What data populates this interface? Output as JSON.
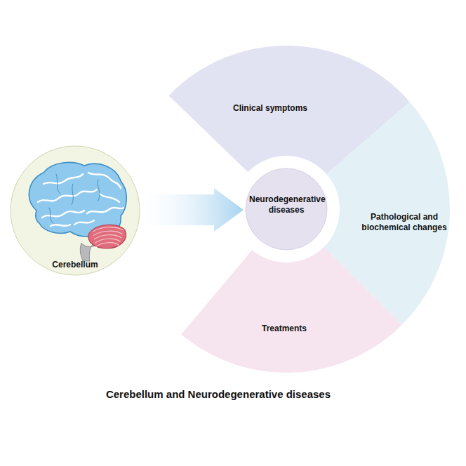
{
  "diagram": {
    "title": "Cerebellum and Neurodegenerative diseases",
    "nodes": [
      {
        "text": [
          "Cerebellum"
        ]
      },
      {
        "text": [
          "Neurodegenerative diseases"
        ]
      },
      {
        "text": [
          "Clinical symptoms"
        ]
      },
      {
        "text": [
          "Pathological and biochemical changes"
        ]
      },
      {
        "text": [
          "Treatments"
        ]
      }
    ],
    "edges": [
      {
        "from": 0,
        "to": 1,
        "arrow": "to"
      }
    ]
  }
}
